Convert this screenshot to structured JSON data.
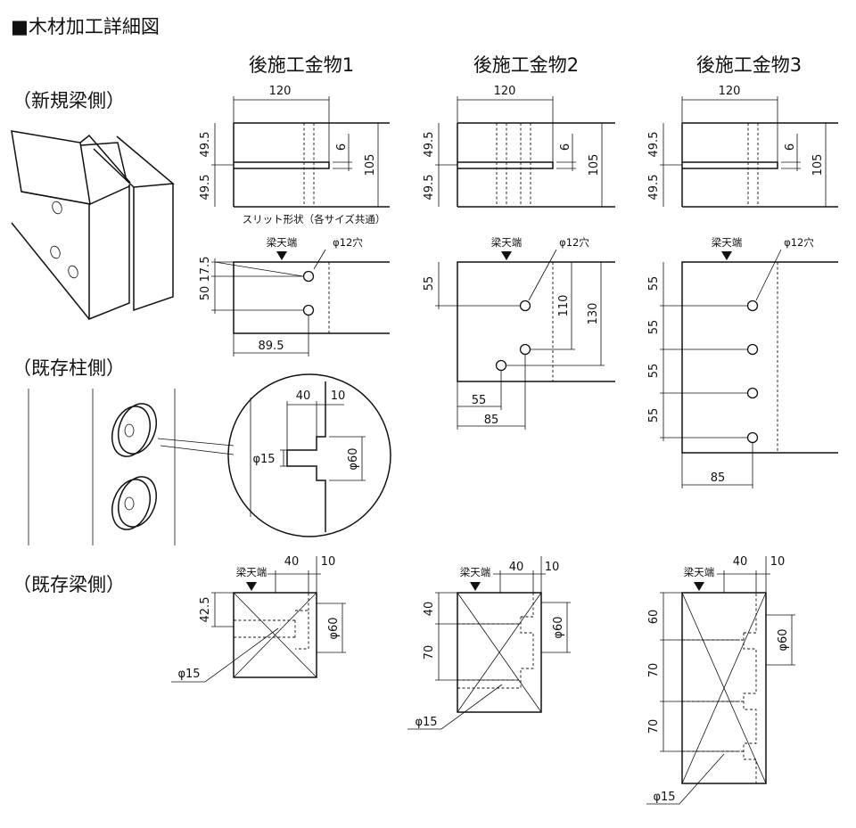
{
  "title": "■木材加工詳細図",
  "sections": {
    "new_beam": "（新規梁側）",
    "column": "（既存柱側）",
    "existing_beam": "（既存梁側）"
  },
  "hardware": [
    {
      "name": "後施工金物1",
      "slit": {
        "width": "120",
        "top": "49.5",
        "bottom": "49.5",
        "gap": "6",
        "total": "105",
        "caption": "スリット形状（各サイズ共通）"
      },
      "holes": {
        "top_label": "梁天端",
        "hole_label": "φ12穴",
        "dims": [
          "17.5",
          "50"
        ],
        "offset": "89.5"
      },
      "beam_end": {
        "top_label": "梁天端",
        "w1": "40",
        "w2": "10",
        "h1": "42.5",
        "dia_large": "φ60",
        "dia_small": "φ15"
      }
    },
    {
      "name": "後施工金物2",
      "slit": {
        "width": "120",
        "top": "49.5",
        "bottom": "49.5",
        "gap": "6",
        "total": "105"
      },
      "holes": {
        "top_label": "梁天端",
        "hole_label": "φ12穴",
        "dims": [
          "55"
        ],
        "dims_right": [
          "110",
          "130"
        ],
        "offsets": [
          "55",
          "85"
        ]
      },
      "beam_end": {
        "top_label": "梁天端",
        "w1": "40",
        "w2": "10",
        "h": [
          "40",
          "70"
        ],
        "dia_large": "φ60",
        "dia_small": "φ15"
      }
    },
    {
      "name": "後施工金物3",
      "slit": {
        "width": "120",
        "top": "49.5",
        "bottom": "49.5",
        "gap": "6",
        "total": "105"
      },
      "holes": {
        "top_label": "梁天端",
        "hole_label": "φ12穴",
        "dims": [
          "55",
          "55",
          "55",
          "55"
        ],
        "offset": "85"
      },
      "beam_end": {
        "top_label": "梁天端",
        "w1": "40",
        "w2": "10",
        "h": [
          "60",
          "70",
          "70"
        ],
        "dia_large": "φ60",
        "dia_small": "φ15"
      }
    }
  ],
  "column_detail": {
    "w1": "40",
    "w2": "10",
    "dia_small": "φ15",
    "dia_large": "φ60"
  }
}
